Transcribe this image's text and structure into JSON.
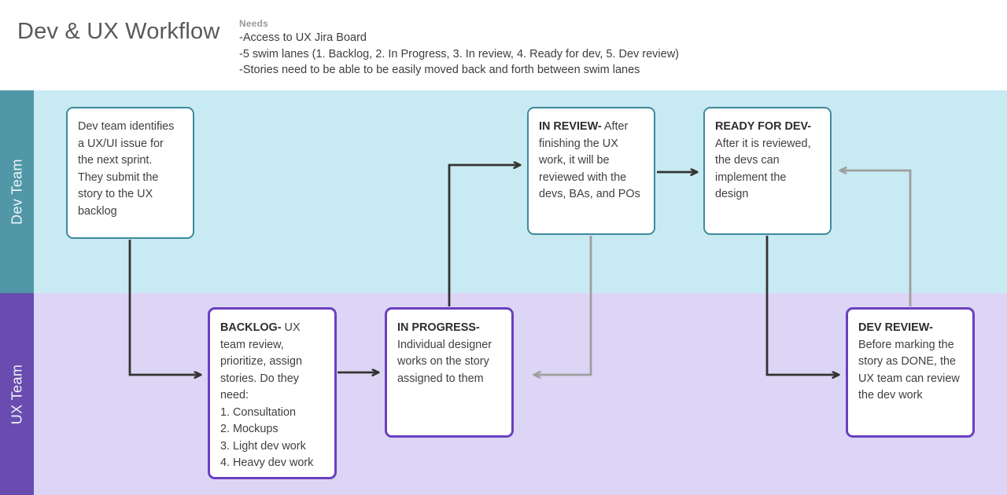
{
  "header": {
    "title": "Dev & UX Workflow",
    "needs_label": "Needs",
    "needs_lines": [
      "-Access to UX Jira Board",
      "-5 swim lanes (1. Backlog, 2. In Progress, 3. In review, 4. Ready for dev, 5. Dev review)",
      "-Stories need to be able to be easily moved back and forth between swim lanes"
    ]
  },
  "lanes": [
    {
      "id": "dev",
      "label": "Dev Team",
      "header_color": "#5197a8",
      "band_color": "#c8eaf3"
    },
    {
      "id": "ux",
      "label": "UX Team",
      "header_color": "#6a4cb0",
      "band_color": "#ddd5f5"
    }
  ],
  "nodes": {
    "dev_identify": {
      "title": "",
      "body": "Dev team identifies a UX/UI issue for the next sprint.\nThey submit the story to the UX backlog",
      "lane": "dev",
      "border_color": "#3d8a9e"
    },
    "in_review": {
      "title": "IN REVIEW-",
      "body": " After finishing the UX work, it will be reviewed with the devs, BAs, and POs",
      "lane": "dev",
      "border_color": "#3d8a9e"
    },
    "ready_for_dev": {
      "title": "READY FOR DEV-",
      "body": " After it is reviewed, the devs can implement the design",
      "lane": "dev",
      "border_color": "#3d8a9e"
    },
    "backlog": {
      "title": "BACKLOG-",
      "body": " UX team review, prioritize, assign stories. Do they need:\n1. Consultation\n2. Mockups\n3. Light dev work\n4. Heavy dev work",
      "lane": "ux",
      "border_color": "#6b3fc0"
    },
    "in_progress": {
      "title": "IN PROGRESS-",
      "body": "\nIndividual designer works on the story assigned to them",
      "lane": "ux",
      "border_color": "#6b3fc0"
    },
    "dev_review": {
      "title": "DEV REVIEW-",
      "body": " Before marking the story as DONE, the UX team can review the dev work",
      "lane": "ux",
      "border_color": "#6b3fc0"
    }
  },
  "edges": [
    {
      "id": "identify-to-backlog",
      "from": "dev_identify",
      "to": "backlog",
      "color": "#333333",
      "style": "forward"
    },
    {
      "id": "backlog-to-in-progress",
      "from": "backlog",
      "to": "in_progress",
      "color": "#333333",
      "style": "forward"
    },
    {
      "id": "in-progress-to-review",
      "from": "in_progress",
      "to": "in_review",
      "color": "#333333",
      "style": "forward"
    },
    {
      "id": "review-to-in-progress",
      "from": "in_review",
      "to": "in_progress",
      "color": "#9e9e9e",
      "style": "back"
    },
    {
      "id": "review-to-ready",
      "from": "in_review",
      "to": "ready_for_dev",
      "color": "#333333",
      "style": "forward"
    },
    {
      "id": "ready-to-dev-review",
      "from": "ready_for_dev",
      "to": "dev_review",
      "color": "#333333",
      "style": "forward"
    },
    {
      "id": "dev-review-to-ready",
      "from": "dev_review",
      "to": "ready_for_dev",
      "color": "#9e9e9e",
      "style": "back"
    }
  ]
}
